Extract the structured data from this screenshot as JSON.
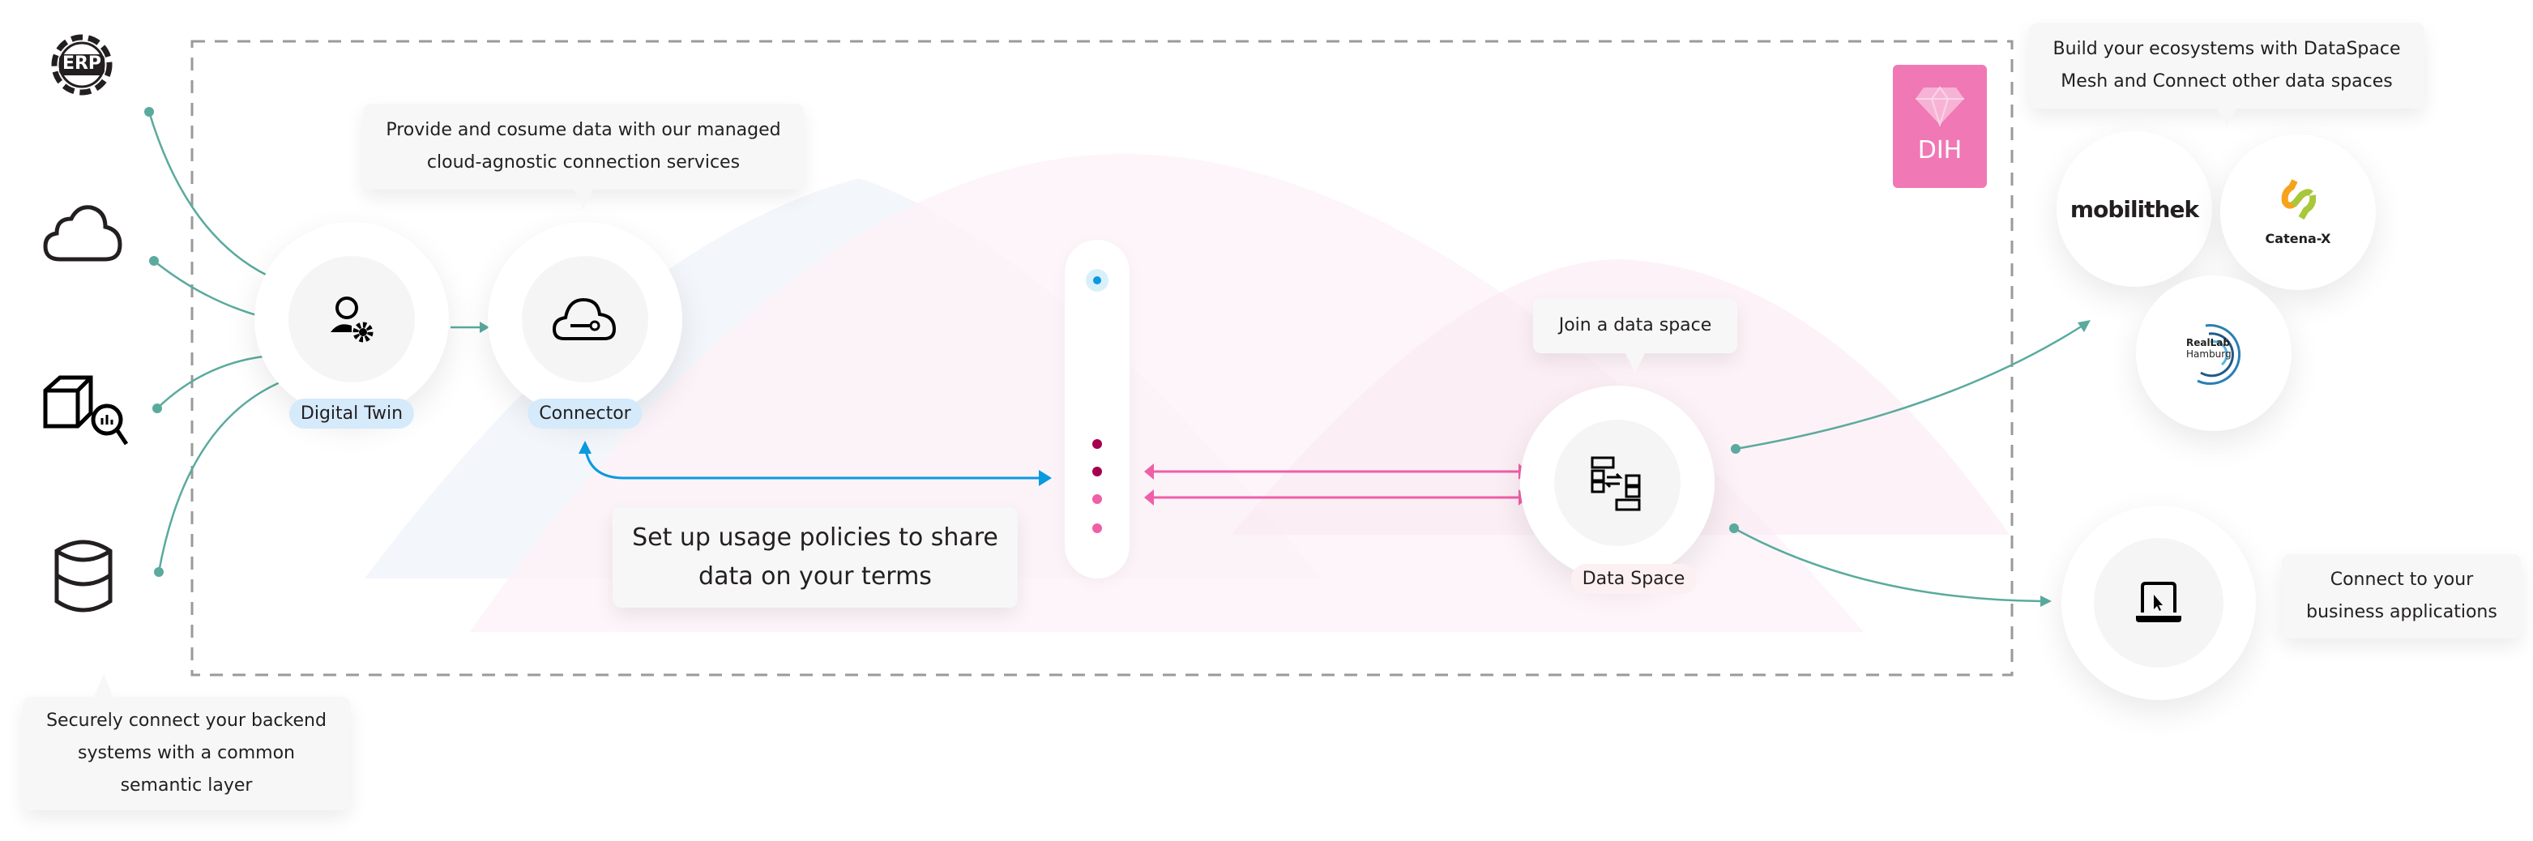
{
  "tooltips": {
    "backend": [
      "Securely connect your backend",
      "systems with a common",
      "semantic layer"
    ],
    "connector": [
      "Provide and cosume data with our managed",
      "cloud-agnostic connection services"
    ],
    "policies": [
      "Set up usage policies to share",
      "data on your terms"
    ],
    "join": "Join a data space",
    "mesh": [
      "Build your ecosystems with DataSpace",
      "Mesh and Connect other data spaces"
    ],
    "business": [
      "Connect to your",
      "business applications"
    ]
  },
  "nodes": {
    "digital_twin": "Digital Twin",
    "connector": "Connector",
    "data_space": "Data Space"
  },
  "sources": {
    "erp": "ERP"
  },
  "badge": {
    "label": "DIH",
    "color": "#f078b4"
  },
  "partners": {
    "mobilithek": "mobilithek",
    "catenax": "Catena-X",
    "reallab": [
      "RealLab",
      "Hamburg"
    ]
  },
  "colors": {
    "teal": "#5aaa9e",
    "blue": "#0a9ae0",
    "pink": "#ef5fa7",
    "magenta": "#a4004f"
  }
}
